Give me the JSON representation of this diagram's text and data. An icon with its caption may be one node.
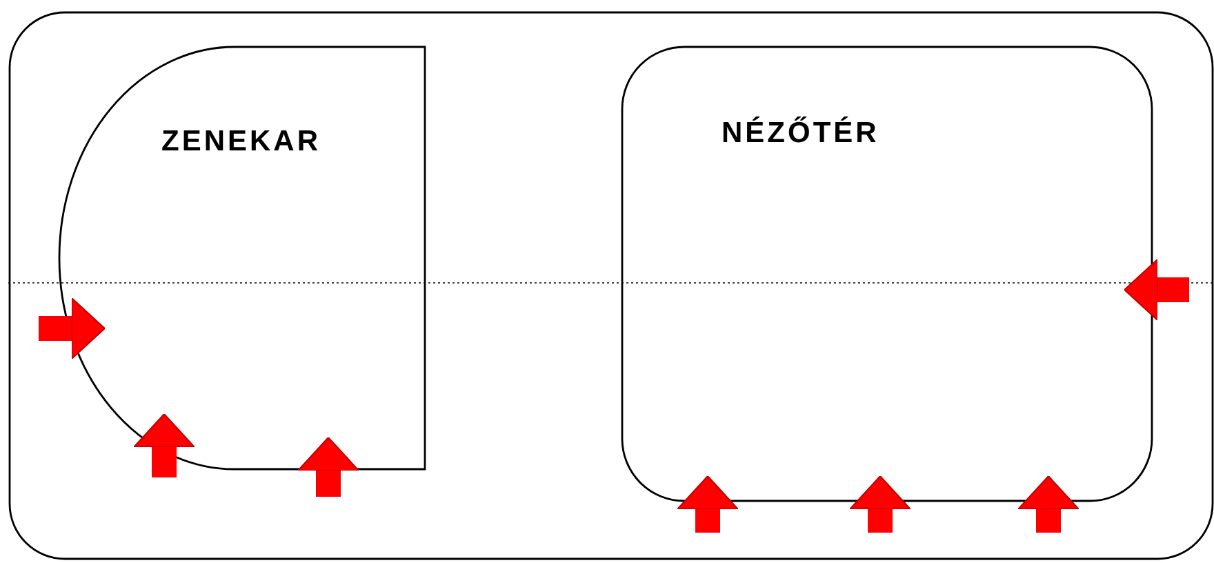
{
  "diagram": {
    "nodes": [
      {
        "text": [],
        "shape": "box"
      },
      {
        "text": [
          "ZENEKAR"
        ],
        "in": 0
      },
      {
        "text": [
          "NÉZŐTÉR"
        ],
        "in": 0
      }
    ],
    "edges": [
      {
        "from": null,
        "to": 1,
        "arrow": "to"
      },
      {
        "from": null,
        "to": 1,
        "arrow": "to"
      },
      {
        "from": null,
        "to": 1,
        "arrow": "to"
      },
      {
        "from": null,
        "to": 2,
        "arrow": "to"
      },
      {
        "from": null,
        "to": 2,
        "arrow": "to"
      },
      {
        "from": null,
        "to": 2,
        "arrow": "to"
      },
      {
        "from": null,
        "to": 2,
        "arrow": "to"
      }
    ]
  }
}
